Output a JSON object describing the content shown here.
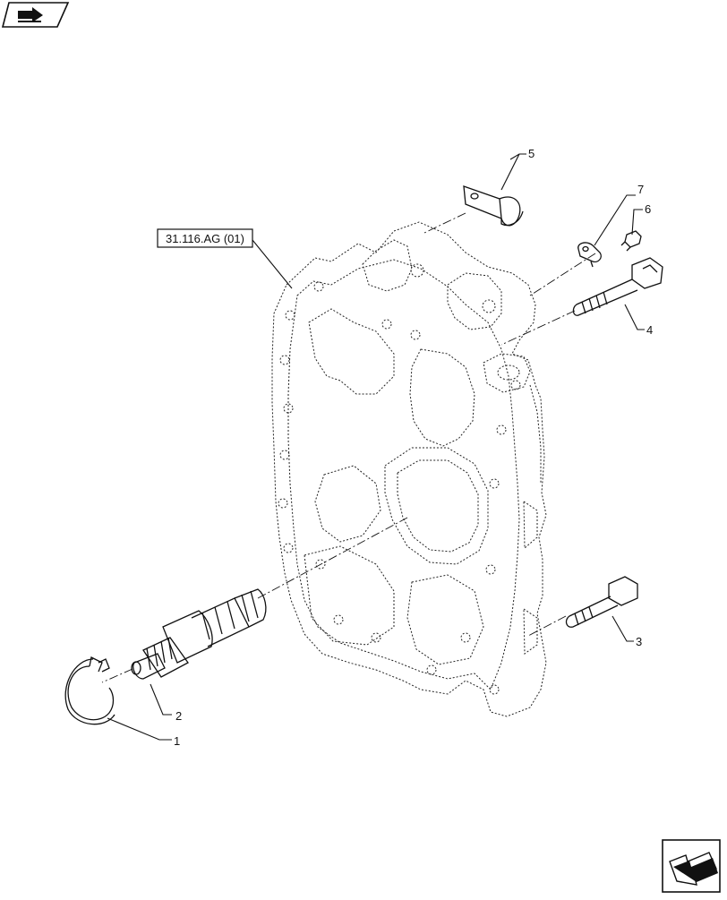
{
  "reference_label": "31.116.AG (01)",
  "callouts": [
    {
      "id": "1",
      "text": "1"
    },
    {
      "id": "2",
      "text": "2"
    },
    {
      "id": "3",
      "text": "3"
    },
    {
      "id": "4",
      "text": "4"
    },
    {
      "id": "5",
      "text": "5"
    },
    {
      "id": "6",
      "text": "6"
    },
    {
      "id": "7",
      "text": "7"
    }
  ],
  "icons": {
    "top_left": "book-arrow-icon",
    "bottom_right": "next-page-arrow-icon"
  },
  "colors": {
    "line": "#111111",
    "background": "#ffffff"
  }
}
